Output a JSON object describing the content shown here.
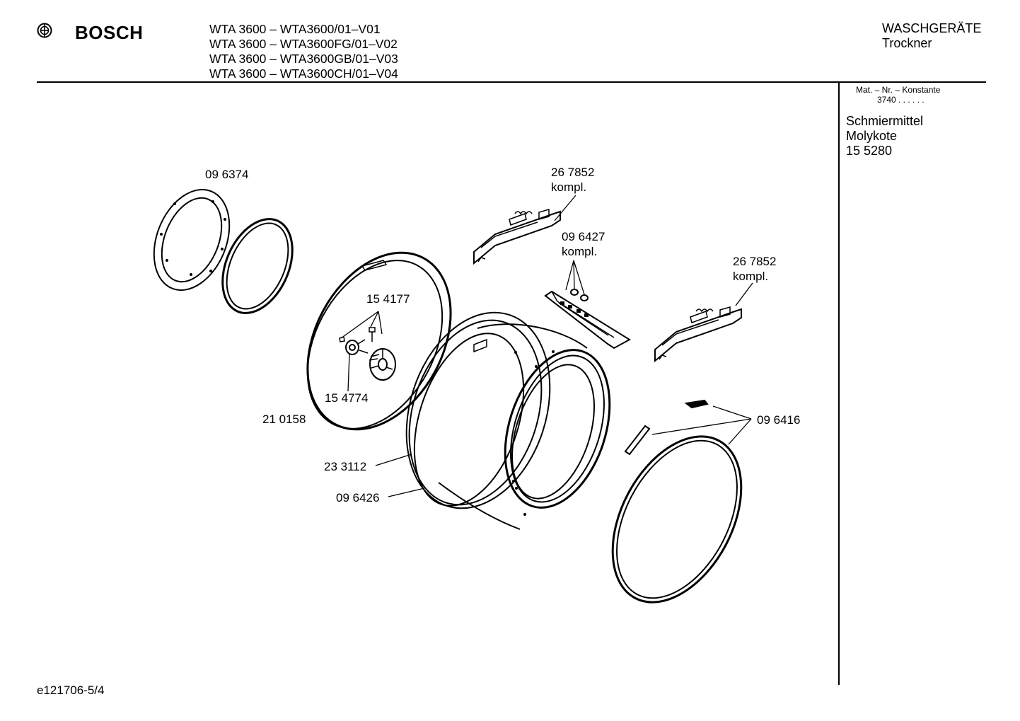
{
  "header": {
    "brand": "BOSCH",
    "models": [
      "WTA 3600 – WTA3600/01–V01",
      "WTA 3600 – WTA3600FG/01–V02",
      "WTA 3600 – WTA3600GB/01–V03",
      "WTA 3600 – WTA3600CH/01–V04"
    ],
    "category": "WASCHGERÄTE",
    "subcategory": "Trockner"
  },
  "sidebar": {
    "mat_label": "Mat. – Nr. – Konstante",
    "mat_value": "3740 . . . . . .",
    "lubricant": [
      "Schmiermittel",
      "Molykote",
      "15 5280"
    ]
  },
  "parts": {
    "p096374": "09 6374",
    "p267852a": [
      "26 7852",
      "kompl."
    ],
    "p096427": [
      "09 6427",
      "kompl."
    ],
    "p267852b": [
      "26 7852",
      "kompl."
    ],
    "p154177": "15 4177",
    "p154774": "15 4774",
    "p210158": "21 0158",
    "p096416": "09 6416",
    "p233112": "23 3112",
    "p096426": "09 6426"
  },
  "footer": {
    "doc_id": "e121706-5/4"
  }
}
